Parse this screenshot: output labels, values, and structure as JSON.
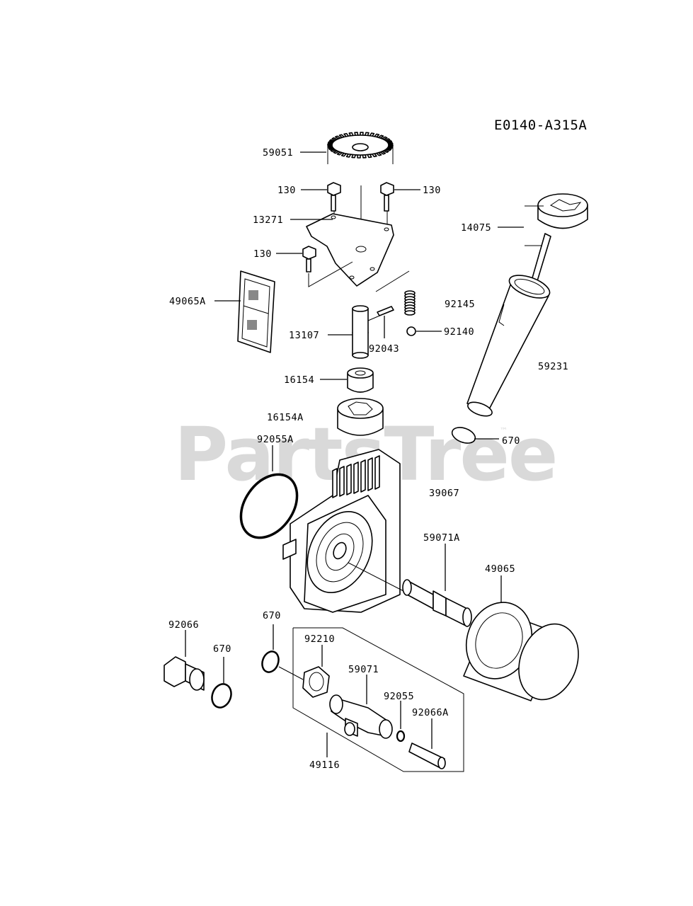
{
  "diagram_code": "E0140-A315A",
  "watermark": {
    "text": "PartsTree",
    "trademark": "™"
  },
  "labels": {
    "p59051": "59051",
    "p130a": "130",
    "p130b": "130",
    "p130c": "130",
    "p13271": "13271",
    "p14075": "14075",
    "p49065A": "49065A",
    "p92145": "92145",
    "p13107": "13107",
    "p92140": "92140",
    "p92043": "92043",
    "p59231": "59231",
    "p16154": "16154",
    "p16154A": "16154A",
    "p92055A": "92055A",
    "p670a": "670",
    "p39067": "39067",
    "p59071A": "59071A",
    "p49065": "49065",
    "p92066": "92066",
    "p670b": "670",
    "p670c": "670",
    "p92210": "92210",
    "p59071": "59071",
    "p92055": "92055",
    "p92066A": "92066A",
    "p49116": "49116"
  }
}
